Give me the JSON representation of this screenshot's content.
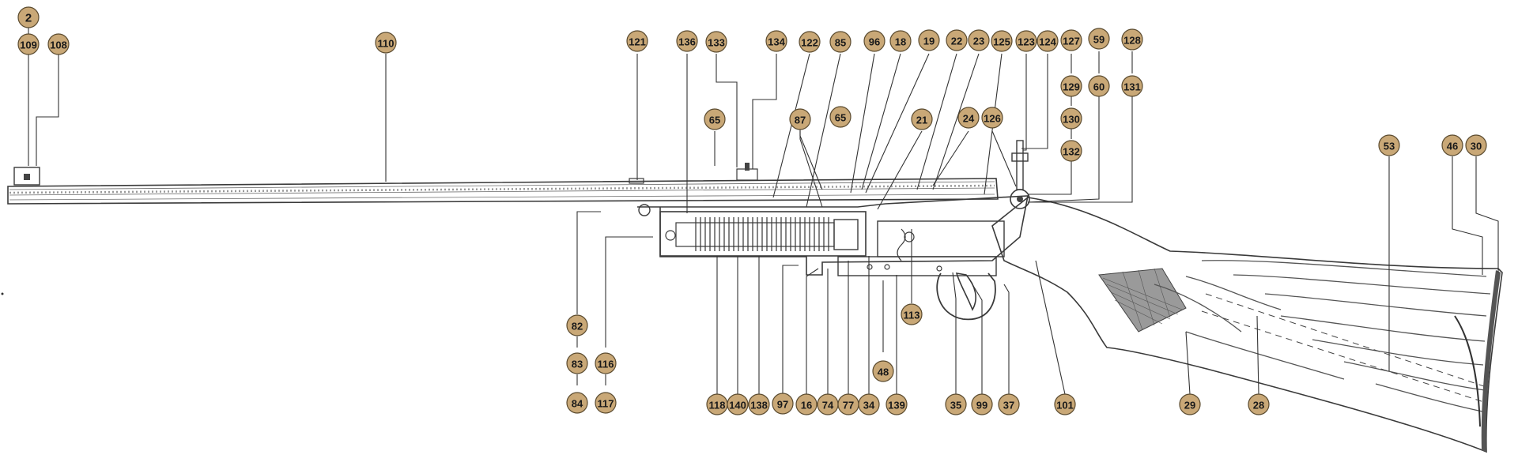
{
  "diagram": {
    "callouts": [
      {
        "id": "c-2",
        "label": "2"
      },
      {
        "id": "c-109",
        "label": "109"
      },
      {
        "id": "c-108",
        "label": "108"
      },
      {
        "id": "c-110",
        "label": "110"
      },
      {
        "id": "c-121",
        "label": "121"
      },
      {
        "id": "c-136",
        "label": "136"
      },
      {
        "id": "c-133",
        "label": "133"
      },
      {
        "id": "c-134",
        "label": "134"
      },
      {
        "id": "c-122",
        "label": "122"
      },
      {
        "id": "c-85",
        "label": "85"
      },
      {
        "id": "c-96",
        "label": "96"
      },
      {
        "id": "c-18",
        "label": "18"
      },
      {
        "id": "c-19",
        "label": "19"
      },
      {
        "id": "c-22",
        "label": "22"
      },
      {
        "id": "c-23",
        "label": "23"
      },
      {
        "id": "c-125",
        "label": "125"
      },
      {
        "id": "c-123",
        "label": "123"
      },
      {
        "id": "c-124",
        "label": "124"
      },
      {
        "id": "c-127",
        "label": "127"
      },
      {
        "id": "c-59",
        "label": "59"
      },
      {
        "id": "c-128",
        "label": "128"
      },
      {
        "id": "c-129",
        "label": "129"
      },
      {
        "id": "c-60",
        "label": "60"
      },
      {
        "id": "c-131",
        "label": "131"
      },
      {
        "id": "c-130",
        "label": "130"
      },
      {
        "id": "c-132",
        "label": "132"
      },
      {
        "id": "c-65a",
        "label": "65"
      },
      {
        "id": "c-87",
        "label": "87"
      },
      {
        "id": "c-65b",
        "label": "65"
      },
      {
        "id": "c-21",
        "label": "21"
      },
      {
        "id": "c-24",
        "label": "24"
      },
      {
        "id": "c-126",
        "label": "126"
      },
      {
        "id": "c-53",
        "label": "53"
      },
      {
        "id": "c-46",
        "label": "46"
      },
      {
        "id": "c-30",
        "label": "30"
      },
      {
        "id": "c-82",
        "label": "82"
      },
      {
        "id": "c-83",
        "label": "83"
      },
      {
        "id": "c-116",
        "label": "116"
      },
      {
        "id": "c-84",
        "label": "84"
      },
      {
        "id": "c-117",
        "label": "117"
      },
      {
        "id": "c-113",
        "label": "113"
      },
      {
        "id": "c-48",
        "label": "48"
      },
      {
        "id": "c-118",
        "label": "118"
      },
      {
        "id": "c-140",
        "label": "140"
      },
      {
        "id": "c-138",
        "label": "138"
      },
      {
        "id": "c-97",
        "label": "97"
      },
      {
        "id": "c-16",
        "label": "16"
      },
      {
        "id": "c-74",
        "label": "74"
      },
      {
        "id": "c-77",
        "label": "77"
      },
      {
        "id": "c-34",
        "label": "34"
      },
      {
        "id": "c-139",
        "label": "139"
      },
      {
        "id": "c-35",
        "label": "35"
      },
      {
        "id": "c-99",
        "label": "99"
      },
      {
        "id": "c-37",
        "label": "37"
      },
      {
        "id": "c-101",
        "label": "101"
      },
      {
        "id": "c-29",
        "label": "29"
      },
      {
        "id": "c-28",
        "label": "28"
      }
    ]
  }
}
